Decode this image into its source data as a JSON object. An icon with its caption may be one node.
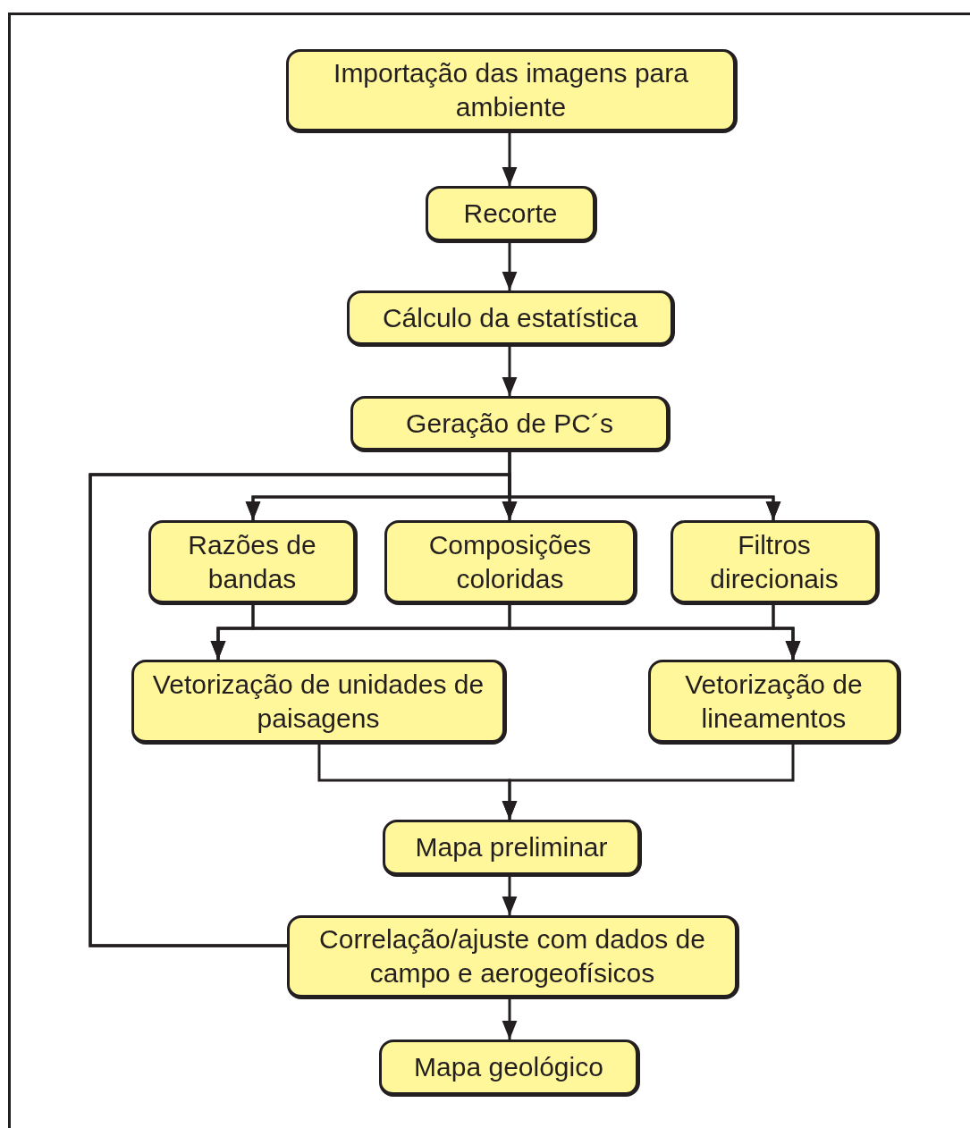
{
  "diagram": {
    "nodes": [
      {
        "text": [
          "Importação das imagens para ambiente"
        ]
      },
      {
        "text": [
          "Recorte"
        ]
      },
      {
        "text": [
          "Cálculo da estatística"
        ]
      },
      {
        "text": [
          "Geração de PC´s"
        ]
      },
      {
        "text": [
          "Razões de bandas"
        ]
      },
      {
        "text": [
          "Composições coloridas"
        ]
      },
      {
        "text": [
          "Filtros direcionais"
        ]
      },
      {
        "text": [
          "Vetorização de unidades de paisagens"
        ]
      },
      {
        "text": [
          "Vetorização de lineamentos"
        ]
      },
      {
        "text": [
          "Mapa preliminar"
        ]
      },
      {
        "text": [
          "Correlação/ajuste com dados de campo e aerogeofísicos"
        ]
      },
      {
        "text": [
          "Mapa geológico"
        ]
      }
    ],
    "edges": [
      {
        "from": 0,
        "to": 1,
        "arrow": "to"
      },
      {
        "from": 1,
        "to": 2,
        "arrow": "to"
      },
      {
        "from": 2,
        "to": 3,
        "arrow": "to"
      },
      {
        "from": 3,
        "to": 4,
        "arrow": "to"
      },
      {
        "from": 3,
        "to": 5,
        "arrow": "to"
      },
      {
        "from": 3,
        "to": 6,
        "arrow": "to"
      },
      {
        "from": 4,
        "to": 7,
        "arrow": "to"
      },
      {
        "from": 4,
        "to": 8,
        "arrow": "to"
      },
      {
        "from": 5,
        "to": 7,
        "arrow": "to"
      },
      {
        "from": 5,
        "to": 8,
        "arrow": "to"
      },
      {
        "from": 6,
        "to": 7,
        "arrow": "to"
      },
      {
        "from": 6,
        "to": 8,
        "arrow": "to"
      },
      {
        "from": 7,
        "to": 9,
        "arrow": "to"
      },
      {
        "from": 8,
        "to": 9,
        "arrow": "to"
      },
      {
        "from": 9,
        "to": 10,
        "arrow": "to"
      },
      {
        "from": 10,
        "to": 4,
        "arrow": "to"
      },
      {
        "from": 10,
        "to": 5,
        "arrow": "to"
      },
      {
        "from": 10,
        "to": 6,
        "arrow": "to"
      },
      {
        "from": 10,
        "to": 11,
        "arrow": "to"
      }
    ]
  }
}
